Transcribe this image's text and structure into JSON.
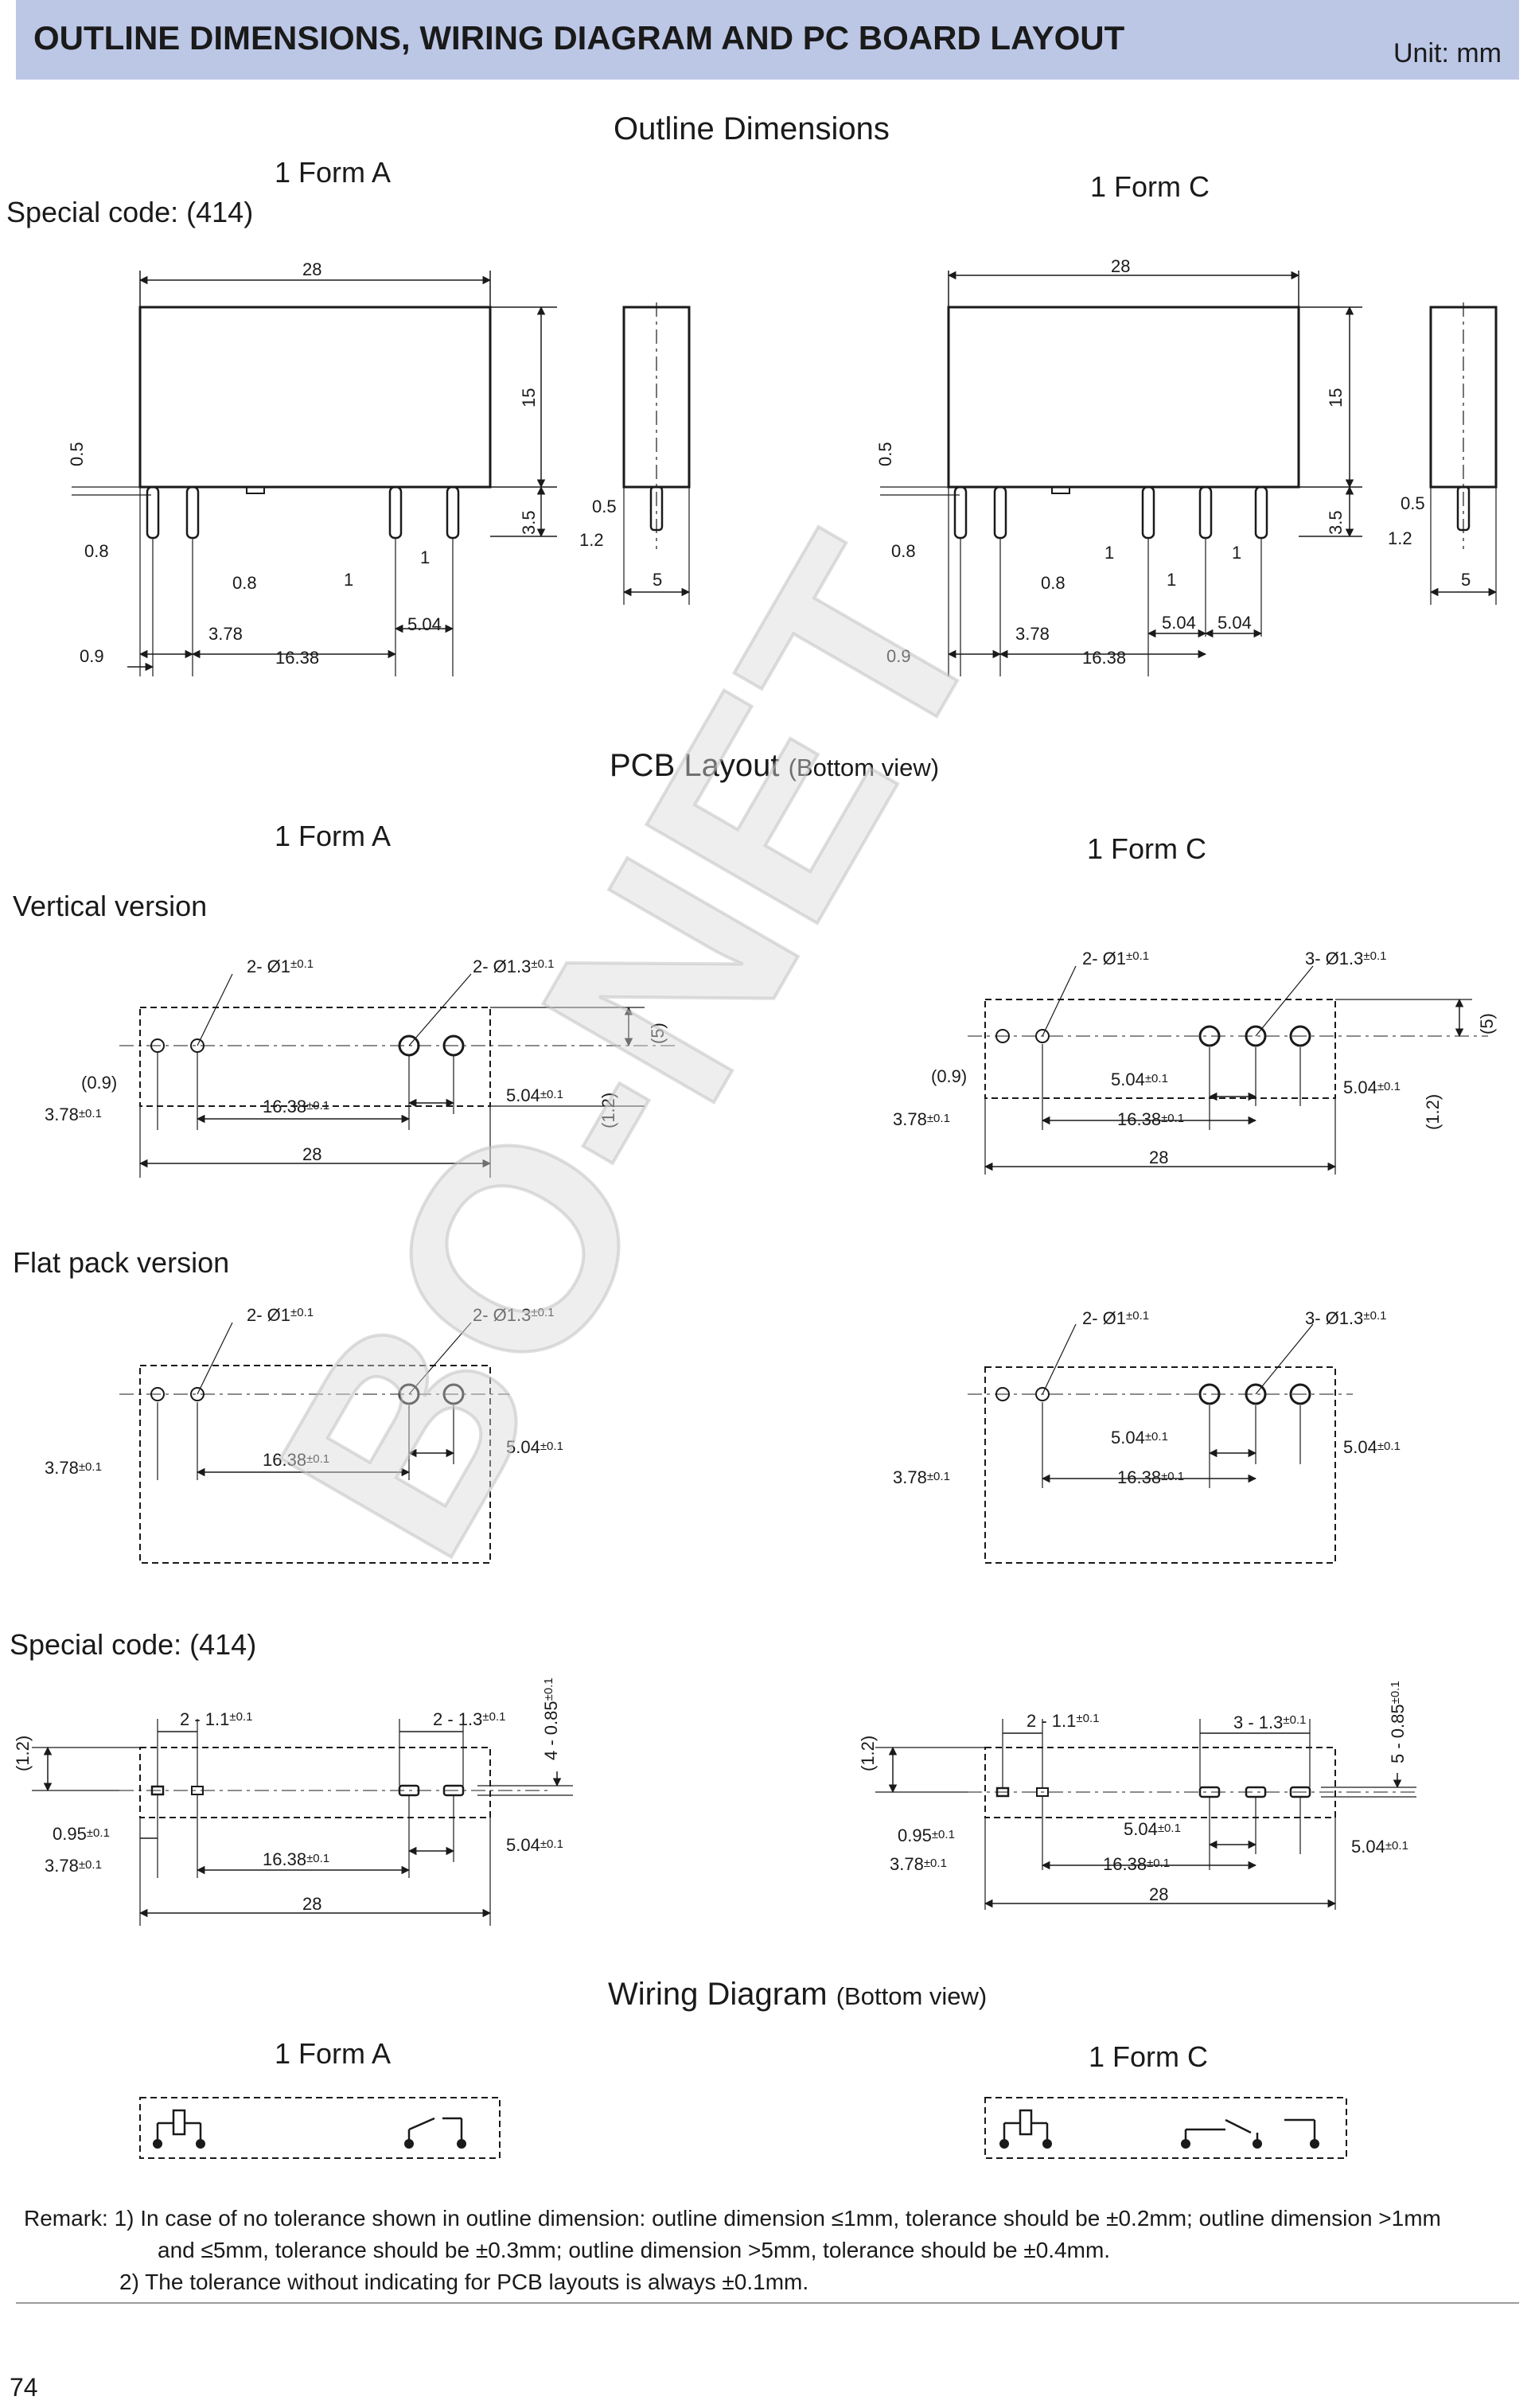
{
  "header": {
    "title": "OUTLINE DIMENSIONS, WIRING DIAGRAM AND PC BOARD LAYOUT",
    "unit": "Unit: mm"
  },
  "outline": {
    "title": "Outline Dimensions",
    "special_code": "Special code: (414)",
    "form_a_label": "1 Form A",
    "form_c_label": "1 Form C",
    "dims": {
      "d28": "28",
      "d15": "15",
      "d05": "0.5",
      "d35": "3.5",
      "d08": "0.8",
      "d1": "1",
      "d09": "0.9",
      "d378": "3.78",
      "d1638": "16.38",
      "d504": "5.04",
      "d12": "1.2",
      "d5": "5"
    }
  },
  "pcb": {
    "title": "PCB Layout",
    "subtitle": "(Bottom view)",
    "form_a_label": "1 Form A",
    "form_c_label": "1 Form C",
    "vertical_label": "Vertical version",
    "flat_label": "Flat pack version",
    "special_label": "Special code: (414)",
    "tol": "±0.1",
    "hole_a_small": "2- Ø1",
    "hole_a_large": "2- Ø1.3",
    "hole_c_small": "2- Ø1",
    "hole_c_large": "3- Ø1.3",
    "slot_a_small": "2 - 1.1",
    "slot_a_large": "2 - 1.3",
    "slot_c_small": "2 - 1.1",
    "slot_c_large": "3 - 1.3",
    "slot_w_a": "4 - 0.85",
    "slot_w_c": "5 - 0.85",
    "d09p": "(0.9)",
    "d12p": "(1.2)",
    "d5p": "(5)",
    "d378": "3.78",
    "d1638": "16.38",
    "d504": "5.04",
    "d28": "28",
    "d095": "0.95"
  },
  "wiring": {
    "title": "Wiring Diagram",
    "subtitle": "(Bottom view)",
    "form_a_label": "1 Form A",
    "form_c_label": "1 Form C"
  },
  "remarks": {
    "line1": "Remark: 1)  In case of no tolerance shown in outline dimension: outline dimension ≤1mm, tolerance should be ±0.2mm; outline dimension >1mm",
    "line2": "and ≤5mm, tolerance should be ±0.3mm; outline dimension >5mm, tolerance should be ±0.4mm.",
    "line3": "2)  The tolerance without indicating for PCB layouts is always ±0.1mm."
  },
  "watermark": "BO-NET",
  "page_number": "74"
}
